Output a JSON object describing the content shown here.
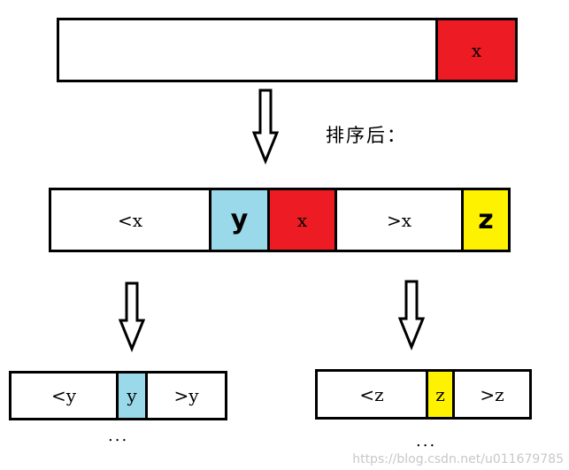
{
  "caption": "排序后：",
  "top_bar": {
    "x_label": "x"
  },
  "middle_bar": {
    "lt_x": "<x",
    "y_label": "y",
    "x_label": "x",
    "gt_x": ">x",
    "z_label": "z"
  },
  "left_bar": {
    "lt_y": "<y",
    "y_label": "y",
    "gt_y": ">y"
  },
  "right_bar": {
    "lt_z": "<z",
    "z_label": "z",
    "gt_z": ">z"
  },
  "ellipsis_left": "...",
  "ellipsis_right": "...",
  "watermark": "https://blog.csdn.net/u011679785",
  "colors": {
    "pivot": "#ed1c24",
    "y": "#99d9ea",
    "z": "#fff200"
  }
}
